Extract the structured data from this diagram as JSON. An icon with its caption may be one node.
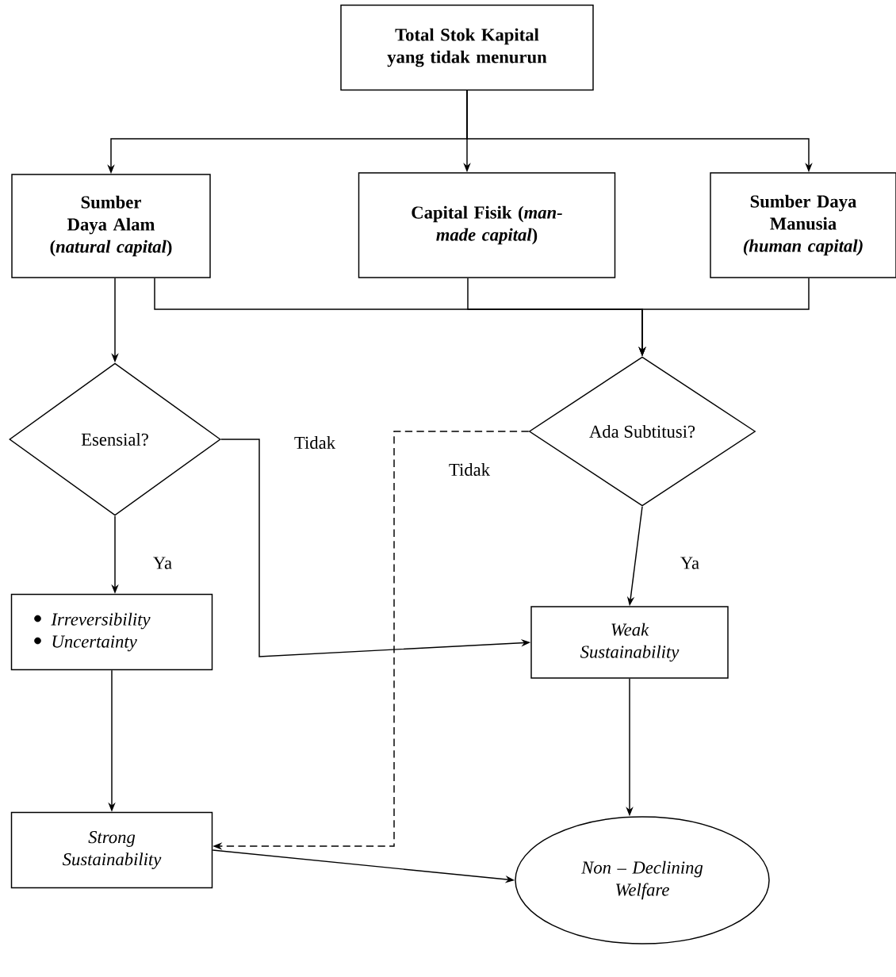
{
  "diagram": {
    "nodes": [
      {
        "text": [
          "Total Stok Kapital yang tidak menurun"
        ]
      },
      {
        "text": [
          "Sumber Daya Alam (*natural capital*)"
        ]
      },
      {
        "text": [
          "Capital Fisik (*man-made capital*)"
        ]
      },
      {
        "text": [
          "Sumber Daya Manusia *(human capital)*"
        ]
      },
      {
        "text": [
          "Esensial?"
        ]
      },
      {
        "text": [
          "Ada Subtitusi?"
        ]
      },
      {
        "text": [
          "Irreversibility",
          "Uncertainty"
        ]
      },
      {
        "text": [
          "Weak Sustainability"
        ]
      },
      {
        "text": [
          "Strong Sustainability"
        ]
      },
      {
        "text": [
          "Non – Declining Welfare"
        ]
      }
    ],
    "edges": [
      {
        "from": 0,
        "to": 1,
        "arrow": "to"
      },
      {
        "from": 0,
        "to": 2,
        "arrow": "to"
      },
      {
        "from": 0,
        "to": 3,
        "arrow": "to"
      },
      {
        "from": 1,
        "to": 5,
        "arrow": "to"
      },
      {
        "from": 2,
        "to": 5,
        "arrow": "to"
      },
      {
        "from": 3,
        "to": 5,
        "arrow": "to"
      },
      {
        "from": 1,
        "to": 4,
        "arrow": "to"
      },
      {
        "from": 4,
        "to": 6,
        "arrow": "to",
        "label": "Ya"
      },
      {
        "from": 4,
        "to": 7,
        "arrow": "to",
        "label": "Tidak"
      },
      {
        "from": 5,
        "to": 7,
        "arrow": "to",
        "label": "Ya"
      },
      {
        "from": 5,
        "to": 8,
        "arrow": "to",
        "label": "Tidak",
        "style": "dashed"
      },
      {
        "from": 6,
        "to": 8,
        "arrow": "to"
      },
      {
        "from": 7,
        "to": 9,
        "arrow": "to"
      },
      {
        "from": 8,
        "to": 9,
        "arrow": "to"
      }
    ]
  }
}
